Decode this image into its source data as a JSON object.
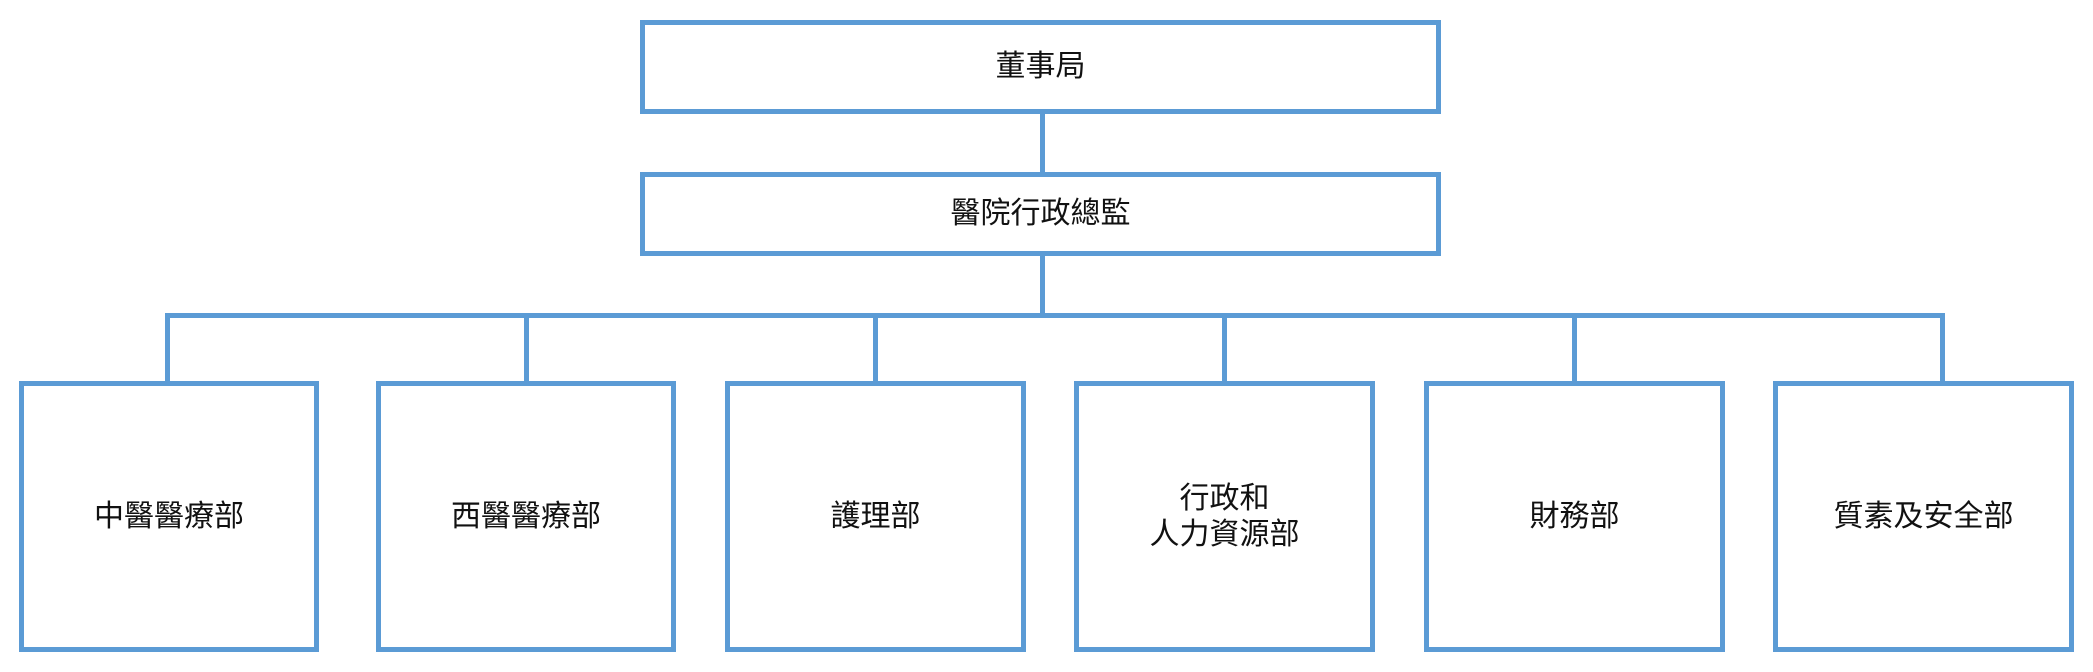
{
  "colors": {
    "accent": "#5b9bd5",
    "background": "#ffffff",
    "text": "#111111"
  },
  "org_chart": {
    "board": {
      "label": "董事局"
    },
    "director": {
      "label": "醫院行政總監"
    },
    "departments": [
      {
        "lines": [
          "中醫醫療部"
        ]
      },
      {
        "lines": [
          "西醫醫療部"
        ]
      },
      {
        "lines": [
          "護理部"
        ]
      },
      {
        "lines": [
          "行政和",
          "人力資源部"
        ]
      },
      {
        "lines": [
          "財務部"
        ]
      },
      {
        "lines": [
          "質素及安全部"
        ]
      }
    ]
  }
}
